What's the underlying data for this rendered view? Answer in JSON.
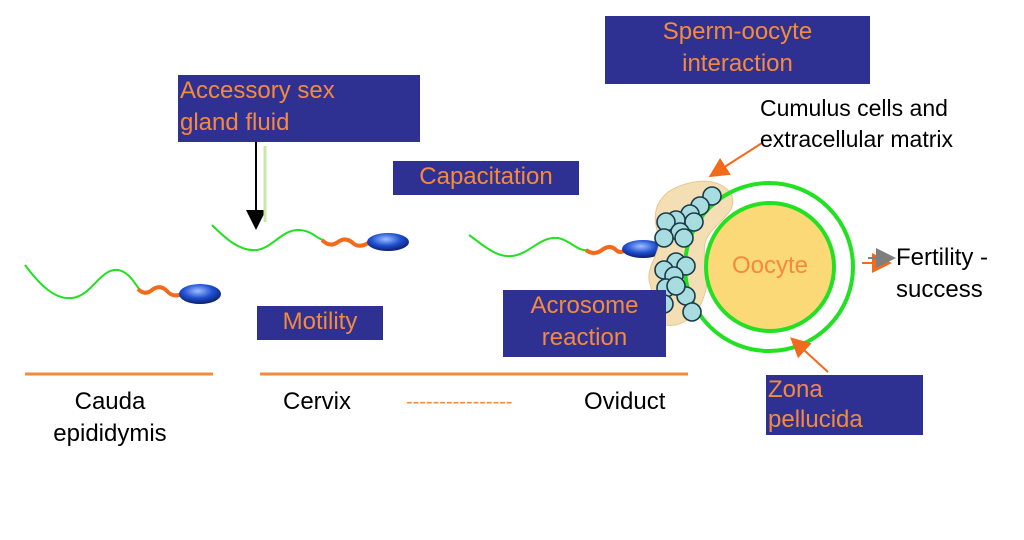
{
  "labels": {
    "accessory": [
      "Accessory sex",
      "gland fluid"
    ],
    "capacitation": "Capacitation",
    "sperm_oocyte": [
      "Sperm-oocyte",
      "interaction"
    ],
    "motility": "Motility",
    "acrosome": [
      "Acrosome",
      "reaction"
    ],
    "zona": [
      "Zona",
      "pellucida"
    ],
    "cumulus": [
      "Cumulus cells and",
      "extracellular matrix"
    ],
    "oocyte": "Oocyte",
    "fertility": [
      "Fertility -",
      "success"
    ],
    "cauda": [
      "Cauda",
      "epididymis"
    ],
    "cervix": "Cervix",
    "dashes": "----------------",
    "oviduct": "Oviduct"
  },
  "colors": {
    "label_box_fill": "#2e3192",
    "label_box_text": "#f58a3c",
    "tail_green": "#22e022",
    "midpiece_orange": "#f26a1b",
    "sperm_head_blue": "#1f4fd1",
    "oocyte_fill": "#fbd977",
    "zona_ring": "#22e022",
    "cumulus_cell_fill": "#a8dde0",
    "cumulus_matrix": "#f4dfb5",
    "track_line": "#f58a3c"
  },
  "icons": [
    "sperm-icon",
    "oocyte-icon",
    "cumulus-cell-icon",
    "arrow-icon"
  ]
}
